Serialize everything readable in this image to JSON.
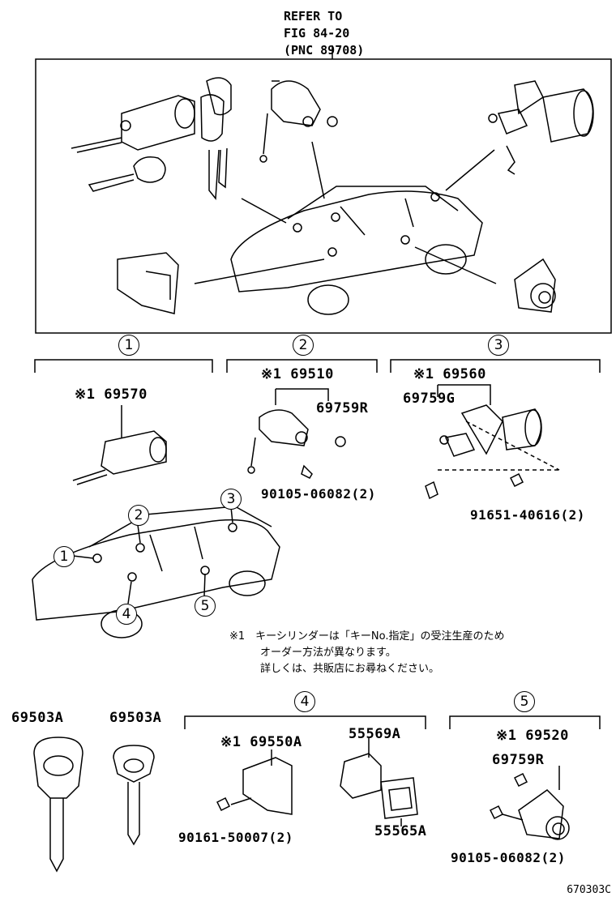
{
  "refer": {
    "line1": "REFER TO",
    "line2": "FIG 84-20",
    "line3": "(PNC 89708)"
  },
  "groups": {
    "g1": "1",
    "g2": "2",
    "g3": "3",
    "g4": "4",
    "g5": "5"
  },
  "parts": {
    "p69570": "※1 69570",
    "p69510": "※1 69510",
    "p69759R_a": "69759R",
    "p90105_a": "90105-06082(2)",
    "p69560": "※1 69560",
    "p69759G": "69759G",
    "p91651": "91651-40616(2)",
    "p69503A_1": "69503A",
    "p69503A_2": "69503A",
    "p69550A": "※1 69550A",
    "p55569A": "55569A",
    "p90161": "90161-50007(2)",
    "p55565A": "55565A",
    "p69520": "※1 69520",
    "p69759R_b": "69759R",
    "p90105_b": "90105-06082(2)"
  },
  "note": {
    "line1": "※1　キーシリンダーは「キーNo.指定」の受注生産のため",
    "line2": "オーダー方法が異なります。",
    "line3": "詳しくは、共販店にお尋ねください。"
  },
  "figure_code": "670303C"
}
